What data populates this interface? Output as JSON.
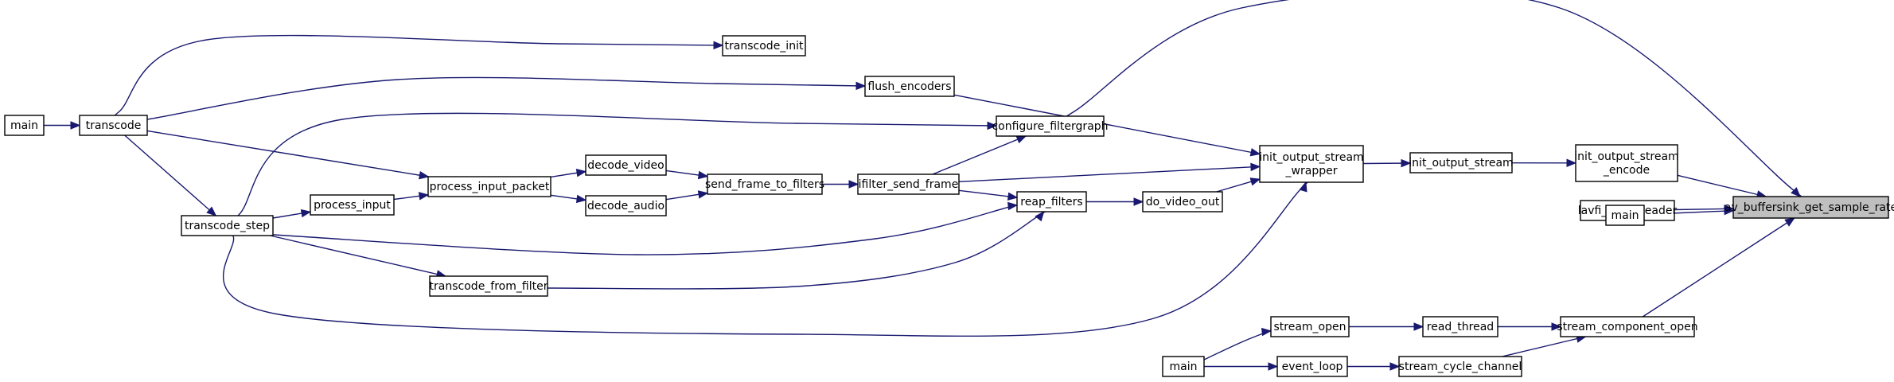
{
  "graph": {
    "edge_color": "#191970",
    "highlight_fill": "#bfbfbf",
    "nodes": [
      {
        "id": "target",
        "lines": [
          "av_buffersink_get_sample_rate"
        ],
        "highlight": true
      },
      {
        "id": "init_output_stream_encode",
        "lines": [
          "init_output_stream",
          "_encode"
        ]
      },
      {
        "id": "lavfi_read_header",
        "lines": [
          "lavfi_read_header"
        ]
      },
      {
        "id": "main_ffplay",
        "lines": [
          "main"
        ]
      },
      {
        "id": "stream_component_open",
        "lines": [
          "stream_component_open"
        ]
      },
      {
        "id": "init_output_stream",
        "lines": [
          "init_output_stream"
        ]
      },
      {
        "id": "read_thread",
        "lines": [
          "read_thread"
        ]
      },
      {
        "id": "stream_cycle_channel",
        "lines": [
          "stream_cycle_channel"
        ]
      },
      {
        "id": "init_output_stream_wrapper",
        "lines": [
          "init_output_stream",
          "_wrapper"
        ]
      },
      {
        "id": "stream_open",
        "lines": [
          "stream_open"
        ]
      },
      {
        "id": "event_loop",
        "lines": [
          "event_loop"
        ]
      },
      {
        "id": "main_ffplay2",
        "lines": [
          "main"
        ]
      },
      {
        "id": "do_video_out",
        "lines": [
          "do_video_out"
        ]
      },
      {
        "id": "reap_filters",
        "lines": [
          "reap_filters"
        ]
      },
      {
        "id": "configure_filtergraph",
        "lines": [
          "configure_filtergraph"
        ]
      },
      {
        "id": "flush_encoders",
        "lines": [
          "flush_encoders"
        ]
      },
      {
        "id": "transcode_init",
        "lines": [
          "transcode_init"
        ]
      },
      {
        "id": "ifilter_send_frame",
        "lines": [
          "ifilter_send_frame"
        ]
      },
      {
        "id": "send_frame_to_filters",
        "lines": [
          "send_frame_to_filters"
        ]
      },
      {
        "id": "decode_video",
        "lines": [
          "decode_video"
        ]
      },
      {
        "id": "decode_audio",
        "lines": [
          "decode_audio"
        ]
      },
      {
        "id": "process_input_packet",
        "lines": [
          "process_input_packet"
        ]
      },
      {
        "id": "process_input",
        "lines": [
          "process_input"
        ]
      },
      {
        "id": "transcode_from_filter",
        "lines": [
          "transcode_from_filter"
        ]
      },
      {
        "id": "transcode_step",
        "lines": [
          "transcode_step"
        ]
      },
      {
        "id": "transcode",
        "lines": [
          "transcode"
        ]
      },
      {
        "id": "main_ffmpeg",
        "lines": [
          "main"
        ]
      }
    ],
    "edges": [
      {
        "from": "init_output_stream_encode",
        "to": "target"
      },
      {
        "from": "lavfi_read_header",
        "to": "target"
      },
      {
        "from": "main_ffplay",
        "to": "target"
      },
      {
        "from": "stream_component_open",
        "to": "target"
      },
      {
        "from": "configure_filtergraph",
        "to": "target"
      },
      {
        "from": "init_output_stream",
        "to": "init_output_stream_encode"
      },
      {
        "from": "read_thread",
        "to": "stream_component_open"
      },
      {
        "from": "stream_cycle_channel",
        "to": "stream_component_open"
      },
      {
        "from": "init_output_stream_wrapper",
        "to": "init_output_stream"
      },
      {
        "from": "stream_open",
        "to": "read_thread"
      },
      {
        "from": "event_loop",
        "to": "stream_cycle_channel"
      },
      {
        "from": "main_ffplay2",
        "to": "stream_open"
      },
      {
        "from": "main_ffplay2",
        "to": "event_loop"
      },
      {
        "from": "do_video_out",
        "to": "init_output_stream_wrapper"
      },
      {
        "from": "reap_filters",
        "to": "do_video_out"
      },
      {
        "from": "flush_encoders",
        "to": "init_output_stream_wrapper"
      },
      {
        "from": "ifilter_send_frame",
        "to": "init_output_stream_wrapper"
      },
      {
        "from": "transcode_step",
        "to": "init_output_stream_wrapper"
      },
      {
        "from": "ifilter_send_frame",
        "to": "configure_filtergraph"
      },
      {
        "from": "ifilter_send_frame",
        "to": "reap_filters"
      },
      {
        "from": "transcode_step",
        "to": "reap_filters"
      },
      {
        "from": "transcode_from_filter",
        "to": "reap_filters"
      },
      {
        "from": "transcode_step",
        "to": "configure_filtergraph"
      },
      {
        "from": "send_frame_to_filters",
        "to": "ifilter_send_frame"
      },
      {
        "from": "decode_video",
        "to": "send_frame_to_filters"
      },
      {
        "from": "decode_audio",
        "to": "send_frame_to_filters"
      },
      {
        "from": "process_input_packet",
        "to": "decode_video"
      },
      {
        "from": "process_input_packet",
        "to": "decode_audio"
      },
      {
        "from": "process_input",
        "to": "process_input_packet"
      },
      {
        "from": "transcode",
        "to": "process_input_packet"
      },
      {
        "from": "transcode_step",
        "to": "process_input"
      },
      {
        "from": "transcode_step",
        "to": "transcode_from_filter"
      },
      {
        "from": "transcode",
        "to": "transcode_step"
      },
      {
        "from": "transcode",
        "to": "transcode_init"
      },
      {
        "from": "transcode",
        "to": "flush_encoders"
      },
      {
        "from": "main_ffmpeg",
        "to": "transcode"
      }
    ]
  }
}
